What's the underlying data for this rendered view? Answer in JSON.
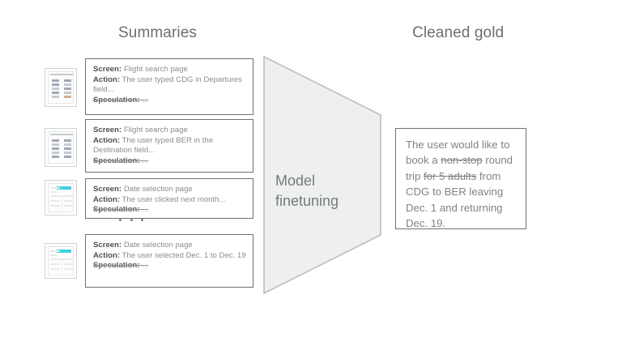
{
  "headers": {
    "summaries": "Summaries",
    "cleaned_gold": "Cleaned gold"
  },
  "funnel": {
    "label": "Model\nfinetuning"
  },
  "ellipsis": "•••",
  "cards": [
    {
      "screen_label": "Screen:",
      "screen_value": " Flight search page",
      "action_label": "Action:",
      "action_value": " The user typed CDG in Departures field...",
      "speculation_label": "Speculation:",
      "speculation_value": " ...",
      "thumb_type": "form"
    },
    {
      "screen_label": "Screen:",
      "screen_value": " Flight search page",
      "action_label": "Action:",
      "action_value": " The user typed BER in the Destination field...",
      "speculation_label": "Speculation:",
      "speculation_value": " ...",
      "thumb_type": "form"
    },
    {
      "screen_label": "Screen:",
      "screen_value": " Date selection page",
      "action_label": "Action:",
      "action_value": " The user clicked next month...",
      "speculation_label": "Speculation:",
      "speculation_value": " ...",
      "thumb_type": "calendar"
    },
    {
      "screen_label": "Screen:",
      "screen_value": " Date selection page",
      "action_label": "Action:",
      "action_value": " The user selected Dec. 1 to Dec. 19",
      "speculation_label": "Speculation:",
      "speculation_value": " ...",
      "thumb_type": "calendar"
    }
  ],
  "gold": {
    "part1": "The user would like to book a ",
    "struck1": "non-stop",
    "part2": " round trip ",
    "struck2": "for 5 adults",
    "part3": " from CDG to BER leaving Dec. 1 and returning Dec. 19."
  },
  "colors": {
    "background": "#ffffff",
    "border": "#6e7275",
    "text_muted": "#8a8d90",
    "text_label": "#4d5053",
    "funnel_fill": "#eef0f0",
    "funnel_stroke": "#b9bcbe",
    "accent_cyan": "#3fd0e0"
  }
}
